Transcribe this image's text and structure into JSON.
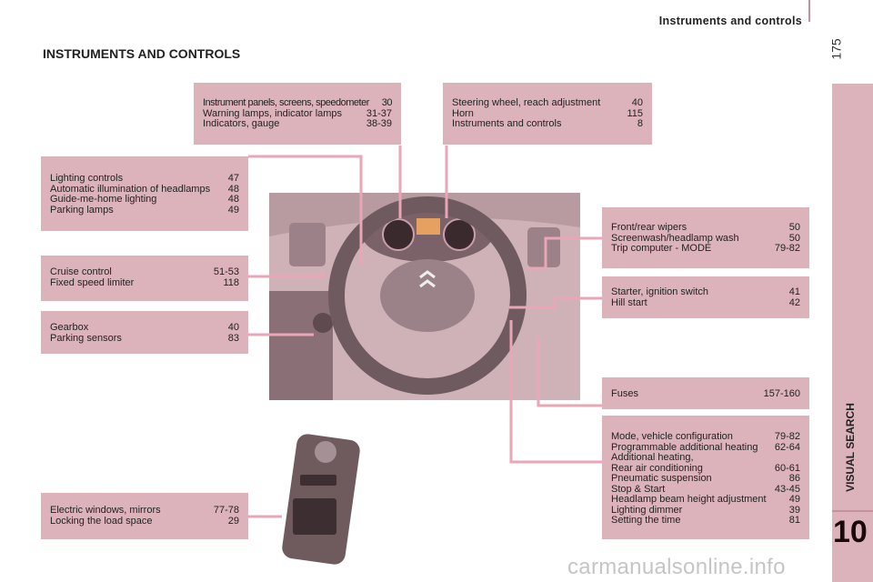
{
  "header": {
    "section": "Instruments and controls",
    "page_number": "175",
    "title": "INSTRUMENTS AND CONTROLS"
  },
  "sidebar": {
    "label": "VISUAL SEARCH",
    "chapter": "10"
  },
  "watermark": "carmanualsonline.info",
  "boxes": {
    "instrument_panels": [
      [
        "Instrument panels, screens, speedometer",
        "30"
      ],
      [
        "Warning lamps, indicator lamps",
        "31-37"
      ],
      [
        "Indicators, gauge",
        "38-39"
      ]
    ],
    "steering": [
      [
        "Steering wheel, reach adjustment",
        "40"
      ],
      [
        "Horn",
        "115"
      ],
      [
        "Instruments and controls",
        "8"
      ]
    ],
    "lighting": [
      [
        "Lighting controls",
        "47"
      ],
      [
        "Automatic illumination of headlamps",
        "48"
      ],
      [
        "Guide-me-home lighting",
        "48"
      ],
      [
        "Parking lamps",
        "49"
      ]
    ],
    "cruise": [
      [
        "Cruise control",
        "51-53"
      ],
      [
        "Fixed speed limiter",
        "118"
      ]
    ],
    "gearbox": [
      [
        "Gearbox",
        "40"
      ],
      [
        "Parking sensors",
        "83"
      ]
    ],
    "windows": [
      [
        "Electric windows, mirrors",
        "77-78"
      ],
      [
        "Locking the load space",
        "29"
      ]
    ],
    "wipers": [
      [
        "Front/rear wipers",
        "50"
      ],
      [
        "Screenwash/headlamp wash",
        "50"
      ],
      [
        "Trip computer - MODE",
        "79-82"
      ]
    ],
    "starter": [
      [
        "Starter, ignition switch",
        "41"
      ],
      [
        "Hill start",
        "42"
      ]
    ],
    "fuses": [
      [
        "Fuses",
        "157-160"
      ]
    ],
    "mode": [
      [
        "Mode, vehicle configuration",
        "79-82"
      ],
      [
        "Programmable additional heating",
        "62-64"
      ],
      [
        "Additional heating,",
        ""
      ],
      [
        "Rear air conditioning",
        "60-61"
      ],
      [
        "Pneumatic suspension",
        "86"
      ],
      [
        "Stop & Start",
        "43-45"
      ],
      [
        "Headlamp beam height adjustment",
        "49"
      ],
      [
        "Lighting dimmer",
        "39"
      ],
      [
        "Setting the time",
        "81"
      ]
    ]
  }
}
